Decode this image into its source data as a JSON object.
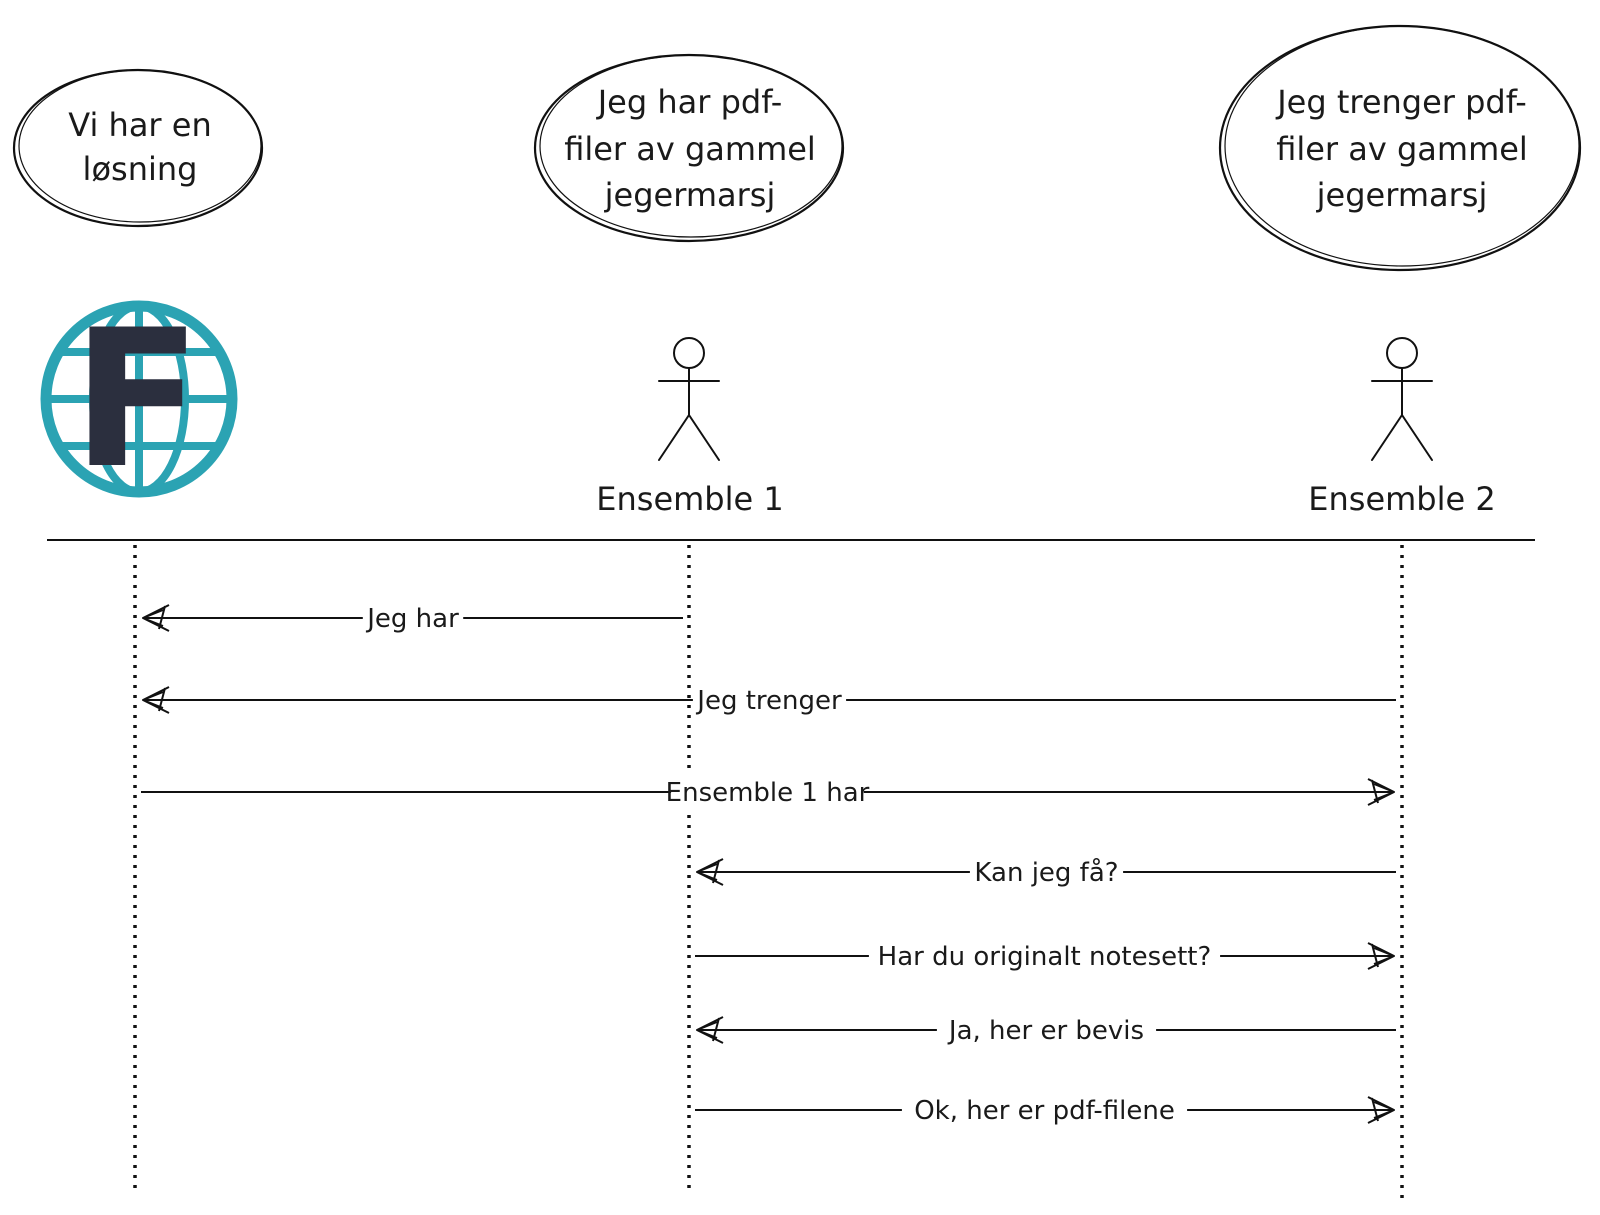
{
  "bubbles": {
    "platform": [
      "Vi har en",
      "løsning"
    ],
    "ensemble1": [
      "Jeg har pdf-",
      "filer av gammel",
      "jegermarsj"
    ],
    "ensemble2": [
      "Jeg trenger pdf-",
      "filer av gammel",
      "jegermarsj"
    ]
  },
  "actors": {
    "platform": {
      "logo_letter": "F",
      "logo_color": "#2ba3b3",
      "letter_color": "#2b2f3e",
      "icon": "globe-icon"
    },
    "ensemble1": {
      "name": "Ensemble 1",
      "icon": "stick-figure-icon"
    },
    "ensemble2": {
      "name": "Ensemble 2",
      "icon": "stick-figure-icon"
    }
  },
  "messages": [
    {
      "label": "Jeg har",
      "from": "ensemble1",
      "to": "platform"
    },
    {
      "label": "Jeg trenger",
      "from": "ensemble2",
      "to": "platform"
    },
    {
      "label": "Ensemble 1 har",
      "from": "platform",
      "to": "ensemble2"
    },
    {
      "label": "Kan jeg få?",
      "from": "ensemble2",
      "to": "ensemble1"
    },
    {
      "label": "Har du originalt notesett?",
      "from": "ensemble1",
      "to": "ensemble2"
    },
    {
      "label": "Ja, her er bevis",
      "from": "ensemble2",
      "to": "ensemble1"
    },
    {
      "label": "Ok, her er pdf-filene",
      "from": "ensemble1",
      "to": "ensemble2"
    }
  ]
}
